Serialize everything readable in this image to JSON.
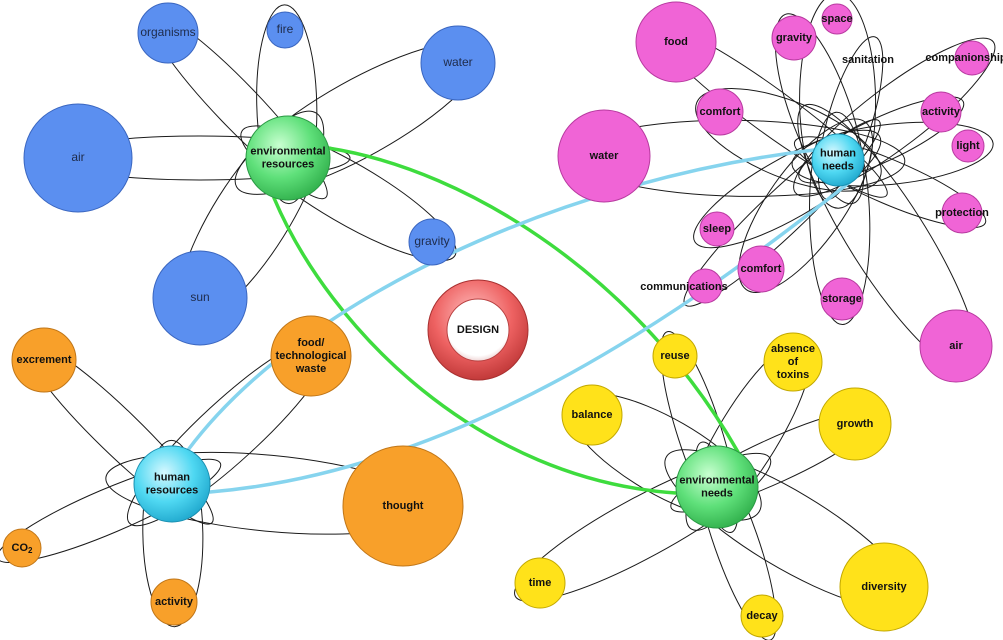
{
  "center": {
    "label": "DESIGN"
  },
  "hubs": {
    "environmental_resources": {
      "label": [
        "environmental",
        "resources"
      ]
    },
    "human_needs": {
      "label": [
        "human",
        "needs"
      ]
    },
    "human_resources": {
      "label": [
        "human",
        "resources"
      ]
    },
    "environmental_needs": {
      "label": [
        "environmental",
        "needs"
      ]
    }
  },
  "environmental_resources_items": [
    {
      "id": "organisms",
      "label": [
        "organisms"
      ]
    },
    {
      "id": "fire",
      "label": [
        "fire"
      ]
    },
    {
      "id": "water",
      "label": [
        "water"
      ]
    },
    {
      "id": "air",
      "label": [
        "air"
      ]
    },
    {
      "id": "gravity",
      "label": [
        "gravity"
      ]
    },
    {
      "id": "sun",
      "label": [
        "sun"
      ]
    }
  ],
  "human_needs_items": [
    {
      "id": "food",
      "label": [
        "food"
      ]
    },
    {
      "id": "gravity",
      "label": [
        "gravity"
      ]
    },
    {
      "id": "space",
      "label": [
        "space"
      ]
    },
    {
      "id": "sanitation",
      "label": [
        "sanitation"
      ]
    },
    {
      "id": "companionship",
      "label": [
        "companionship"
      ]
    },
    {
      "id": "comfort-top",
      "label": [
        "comfort"
      ]
    },
    {
      "id": "activity",
      "label": [
        "activity"
      ]
    },
    {
      "id": "light",
      "label": [
        "light"
      ]
    },
    {
      "id": "water",
      "label": [
        "water"
      ]
    },
    {
      "id": "protection",
      "label": [
        "protection"
      ]
    },
    {
      "id": "sleep",
      "label": [
        "sleep"
      ]
    },
    {
      "id": "comfort-bottom",
      "label": [
        "comfort"
      ]
    },
    {
      "id": "communications",
      "label": [
        "communications"
      ]
    },
    {
      "id": "storage",
      "label": [
        "storage"
      ]
    },
    {
      "id": "air",
      "label": [
        "air"
      ]
    }
  ],
  "human_resources_items": [
    {
      "id": "excrement",
      "label": [
        "excrement"
      ]
    },
    {
      "id": "food-waste",
      "label": [
        "food/",
        "technological",
        "waste"
      ]
    },
    {
      "id": "thought",
      "label": [
        "thought"
      ]
    },
    {
      "id": "co2",
      "label": [
        "CO2"
      ]
    },
    {
      "id": "activity",
      "label": [
        "activity"
      ]
    }
  ],
  "environmental_needs_items": [
    {
      "id": "reuse",
      "label": [
        "reuse"
      ]
    },
    {
      "id": "absence-of-toxins",
      "label": [
        "absence",
        "of",
        "toxins"
      ]
    },
    {
      "id": "balance",
      "label": [
        "balance"
      ]
    },
    {
      "id": "growth",
      "label": [
        "growth"
      ]
    },
    {
      "id": "time",
      "label": [
        "time"
      ]
    },
    {
      "id": "diversity",
      "label": [
        "diversity"
      ]
    },
    {
      "id": "decay",
      "label": [
        "decay"
      ]
    }
  ],
  "colors": {
    "blue": "#5b8ff0",
    "magenta": "#f064d6",
    "orange": "#f8a02a",
    "yellow": "#ffe21a",
    "green_hub": "#5fe07a",
    "cyan_hub": "#4fd8f2",
    "green_link": "#3edc3e",
    "cyan_link": "#86d4ee",
    "design_ring": "#e85a5a"
  }
}
